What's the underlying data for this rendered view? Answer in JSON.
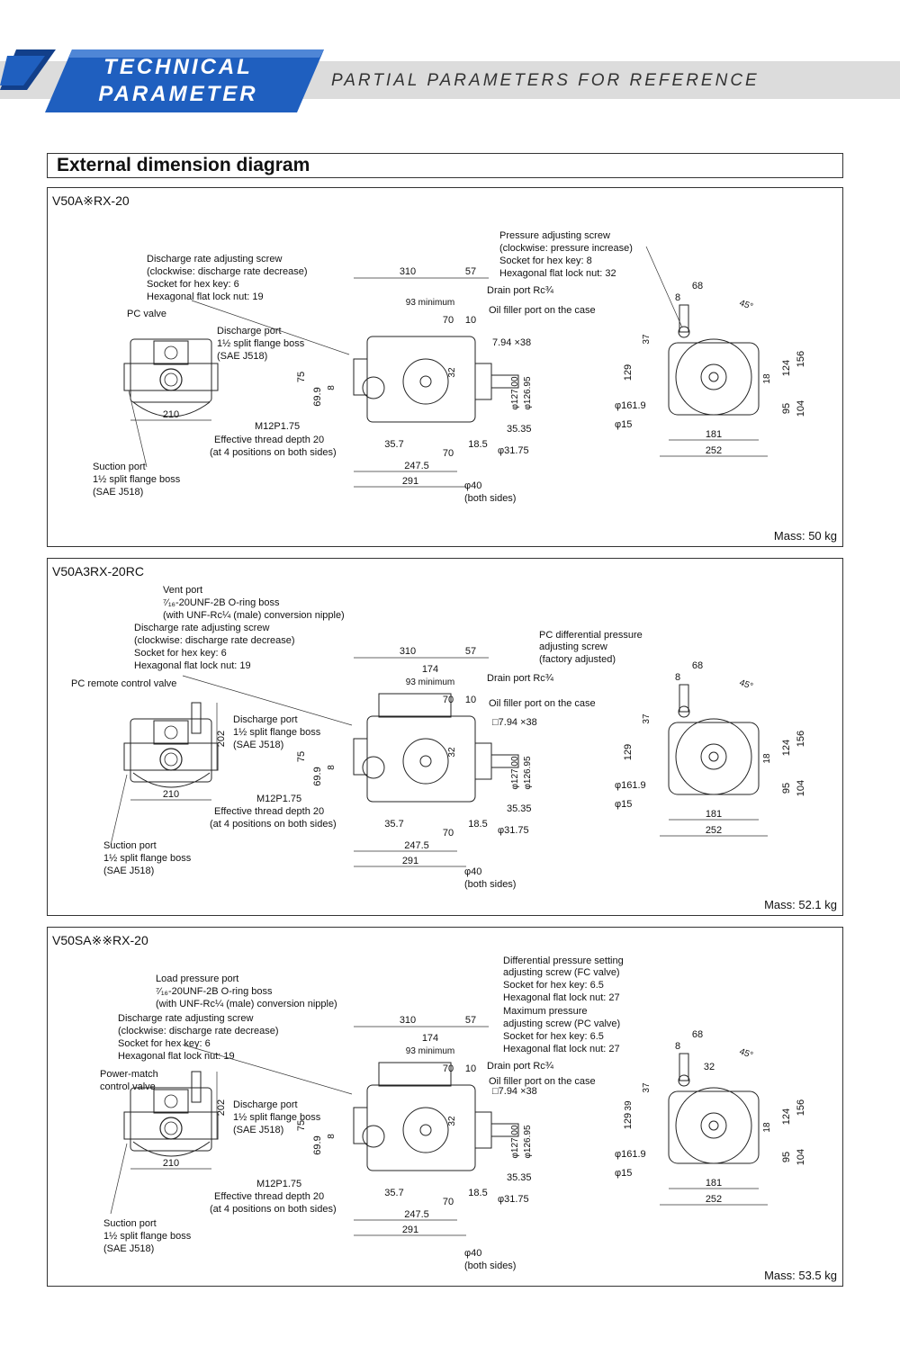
{
  "header": {
    "badge_line1": "TECHNICAL",
    "badge_line2": "PARAMETER",
    "subtitle": "PARTIAL PARAMETERS FOR REFERENCE",
    "colors": {
      "blue": "#1f5fbf",
      "dark_blue": "#123f8a",
      "band": "#dcdcdc"
    }
  },
  "section_title": "External dimension diagram",
  "panels": [
    {
      "model": "V50A※RX-20",
      "mass": "Mass: 50 kg",
      "callouts": [
        "Discharge rate adjusting screw",
        "(clockwise: discharge rate decrease)",
        "Socket for hex key: 6",
        "Hexagonal flat lock nut: 19",
        "PC valve",
        "Discharge port",
        "1½ split flange boss",
        "(SAE J518)",
        "M12P1.75",
        "Effective thread depth 20",
        "(at 4 positions on both sides)",
        "Suction port",
        "1½ split flange boss",
        "(SAE J518)",
        "Pressure adjusting screw",
        "(clockwise: pressure increase)",
        "Socket for hex key: 8",
        "Hexagonal flat lock nut: 32",
        "Drain port Rc¾",
        "Oil filler port on the case",
        "φ40",
        "(both sides)"
      ],
      "dims": [
        "310",
        "57",
        "93 minimum",
        "70",
        "10",
        "75",
        "69.9",
        "8",
        "32",
        "210",
        "35.7",
        "70",
        "18.5",
        "247.5",
        "291",
        "7.94 ×38",
        "φ127.00",
        "φ126.95",
        "35.35",
        "φ31.75",
        "68",
        "8",
        "45°",
        "37",
        "129",
        "18",
        "124",
        "156",
        "95",
        "104",
        "φ161.9",
        "φ15",
        "181",
        "252"
      ]
    },
    {
      "model": "V50A3RX-20RC",
      "mass": "Mass: 52.1 kg",
      "callouts": [
        "Vent port",
        "⁷⁄₁₆-20UNF-2B O-ring boss",
        "(with UNF-Rc¼ (male) conversion nipple)",
        "Discharge rate adjusting screw",
        "(clockwise: discharge rate decrease)",
        "Socket for hex key: 6",
        "Hexagonal flat lock nut: 19",
        "PC remote control valve",
        "Discharge port",
        "1½ split flange boss",
        "(SAE J518)",
        "M12P1.75",
        "Effective thread depth 20",
        "(at 4 positions on both sides)",
        "Suction port",
        "1½ split flange boss",
        "(SAE J518)",
        "PC differential pressure",
        "adjusting screw",
        "(factory adjusted)",
        "Drain port Rc¾",
        "Oil filler port on the case",
        "φ40",
        "(both sides)"
      ],
      "dims": [
        "310",
        "57",
        "174",
        "93 minimum",
        "70",
        "10",
        "202",
        "75",
        "69.9",
        "8",
        "32",
        "210",
        "35.7",
        "70",
        "18.5",
        "247.5",
        "291",
        "□7.94 ×38",
        "φ127.00",
        "φ126.95",
        "35.35",
        "φ31.75",
        "68",
        "8",
        "45°",
        "37",
        "129",
        "18",
        "124",
        "156",
        "95",
        "104",
        "φ161.9",
        "φ15",
        "181",
        "252"
      ]
    },
    {
      "model": "V50SA※※RX-20",
      "mass": "Mass: 53.5 kg",
      "callouts": [
        "Load pressure port",
        "⁷⁄₁₆-20UNF-2B O-ring boss",
        "(with UNF-Rc¼ (male) conversion nipple)",
        "Discharge rate adjusting screw",
        "(clockwise: discharge rate decrease)",
        "Socket for hex key: 6",
        "Hexagonal flat lock nut: 19",
        "Power-match",
        "control valve",
        "Discharge port",
        "1½ split flange boss",
        "(SAE J518)",
        "M12P1.75",
        "Effective thread depth 20",
        "(at 4 positions on both sides)",
        "Suction port",
        "1½ split flange boss",
        "(SAE J518)",
        "Differential pressure setting",
        "adjusting screw (FC valve)",
        "Socket for hex key: 6.5",
        "Hexagonal flat lock nut: 27",
        "Maximum pressure",
        "adjusting screw (PC valve)",
        "Socket for hex key: 6.5",
        "Hexagonal flat lock nut: 27",
        "Drain port Rc¾",
        "Oil filler port on the case",
        "φ40",
        "(both sides)"
      ],
      "dims": [
        "310",
        "57",
        "174",
        "93 minimum",
        "70",
        "10",
        "202",
        "75",
        "69.9",
        "8",
        "32",
        "210",
        "35.7",
        "70",
        "18.5",
        "247.5",
        "291",
        "□7.94 ×38",
        "φ127.00",
        "φ126.95",
        "35.35",
        "φ31.75",
        "68",
        "8",
        "32",
        "45°",
        "39",
        "37",
        "129",
        "18",
        "124",
        "156",
        "95",
        "104",
        "φ161.9",
        "φ15",
        "181",
        "252"
      ]
    }
  ]
}
